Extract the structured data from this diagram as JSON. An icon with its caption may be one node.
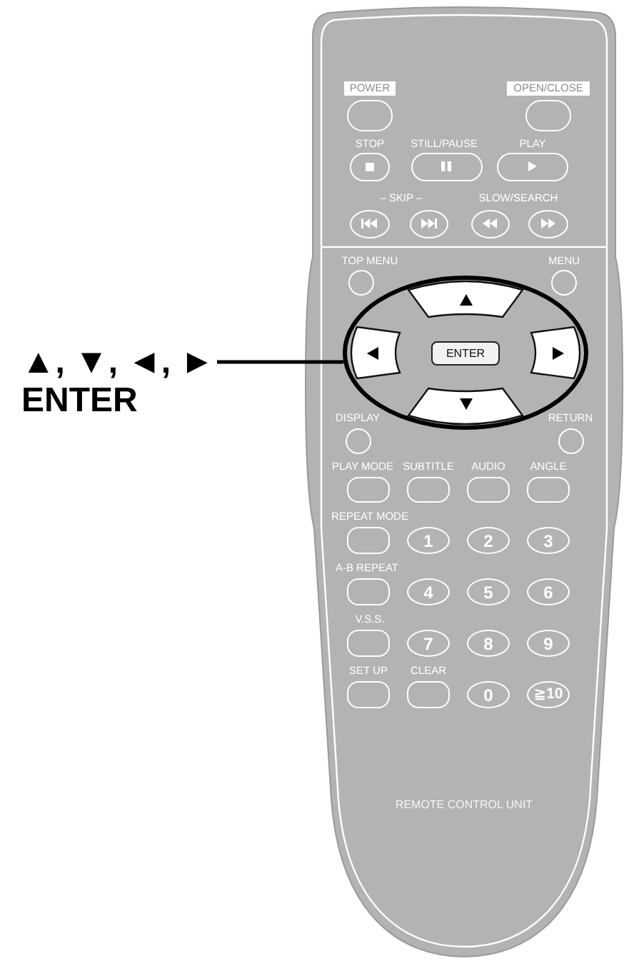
{
  "diagram": {
    "nodes": [
      {
        "text": [
          "REMOTE CONTROL UNIT"
        ]
      },
      {
        "text": [
          "POWER"
        ],
        "in": 0
      },
      {
        "text": [
          "OPEN/CLOSE"
        ],
        "in": 0
      },
      {
        "text": [
          "STOP"
        ],
        "in": 0
      },
      {
        "text": [
          "STILL/PAUSE"
        ],
        "in": 0
      },
      {
        "text": [
          "PLAY"
        ],
        "in": 0
      },
      {
        "text": [],
        "shape": "oval",
        "in": 0
      },
      {
        "text": [],
        "shape": "oval",
        "in": 0
      },
      {
        "text": [],
        "shape": "oval",
        "in": 0
      },
      {
        "text": [],
        "shape": "oval",
        "in": 0
      },
      {
        "text": [
          "TOP MENU"
        ],
        "in": 0
      },
      {
        "text": [
          "MENU"
        ],
        "in": 0
      },
      {
        "text": [
          "▲, ▼, ◄, ► ENTER"
        ]
      },
      {
        "text": [],
        "shape": "oval",
        "in": 0
      },
      {
        "text": [],
        "shape": "trapezoid",
        "in": 13
      },
      {
        "text": [],
        "shape": "trapezoid",
        "in": 13
      },
      {
        "text": [
          "ENTER"
        ],
        "in": 13
      },
      {
        "text": [],
        "shape": "trapezoid",
        "in": 13
      },
      {
        "text": [],
        "shape": "trapezoid",
        "in": 13
      },
      {
        "text": [
          "DISPLAY"
        ],
        "in": 0
      },
      {
        "text": [
          "RETURN"
        ],
        "in": 0
      },
      {
        "text": [
          "PLAY MODE"
        ],
        "in": 0
      },
      {
        "text": [
          "SUBTITLE"
        ],
        "in": 0
      },
      {
        "text": [
          "AUDIO"
        ],
        "in": 0
      },
      {
        "text": [
          "ANGLE"
        ],
        "in": 0
      },
      {
        "text": [
          "REPEAT MODE"
        ],
        "in": 0
      },
      {
        "text": [
          "1"
        ],
        "in": 0
      },
      {
        "text": [
          "2"
        ],
        "in": 0
      },
      {
        "text": [
          "3"
        ],
        "in": 0
      },
      {
        "text": [
          "A-B REPEAT"
        ],
        "in": 0
      },
      {
        "text": [
          "4"
        ],
        "in": 0
      },
      {
        "text": [
          "5"
        ],
        "in": 0
      },
      {
        "text": [
          "6"
        ],
        "in": 0
      },
      {
        "text": [
          "V.S.S."
        ],
        "in": 0
      },
      {
        "text": [
          "7"
        ],
        "in": 0
      },
      {
        "text": [
          "8"
        ],
        "in": 0
      },
      {
        "text": [
          "9"
        ],
        "in": 0
      },
      {
        "text": [
          "SET UP"
        ],
        "in": 0
      },
      {
        "text": [
          "CLEAR"
        ],
        "in": 0
      },
      {
        "text": [
          "0"
        ],
        "in": 0
      },
      {
        "text": [
          "≧10"
        ],
        "in": 0
      }
    ],
    "edges": [
      {
        "from": 12,
        "to": 13,
        "arrow": "none"
      }
    ],
    "labels": [
      "– SKIP –",
      "SLOW/SEARCH"
    ]
  }
}
